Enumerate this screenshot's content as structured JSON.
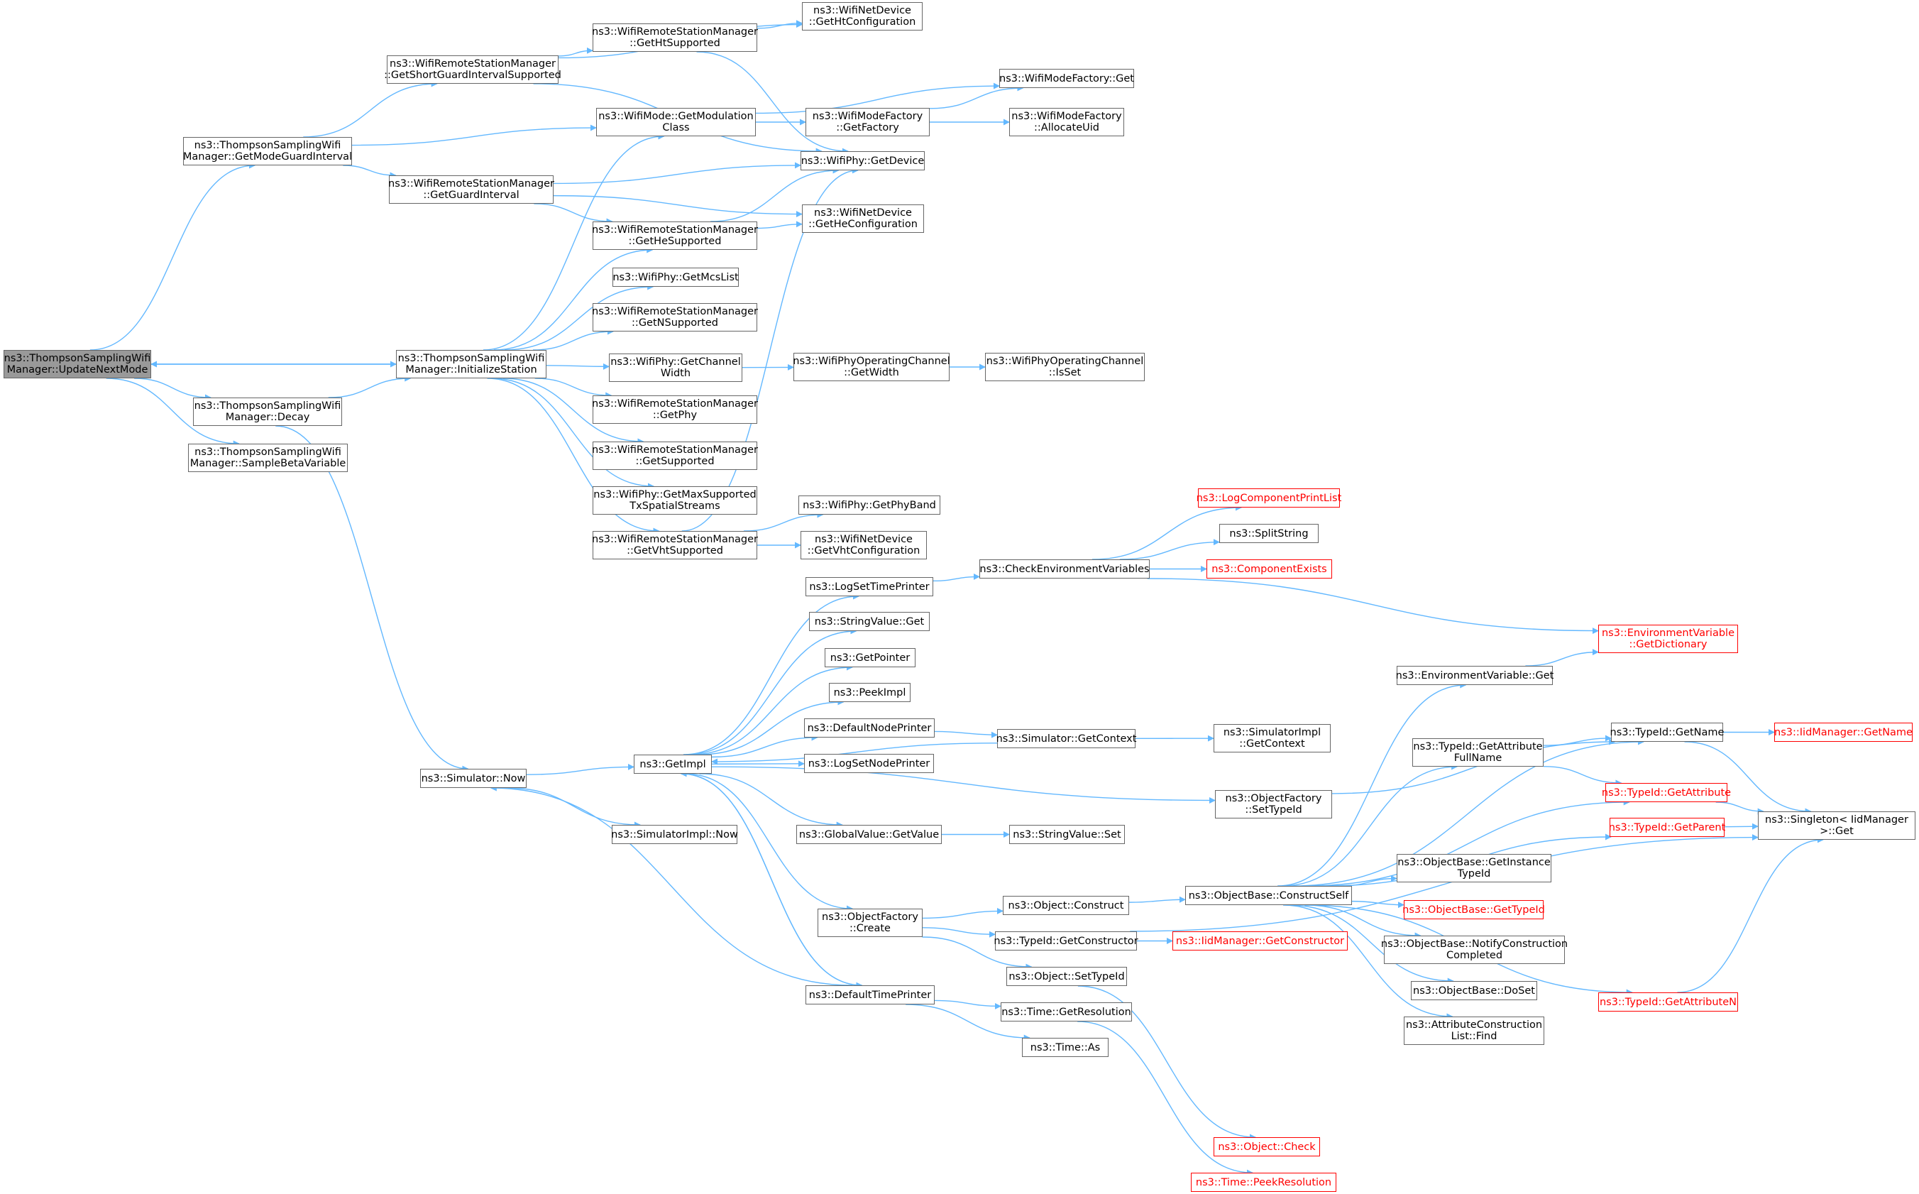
{
  "graph": {
    "nodes": [
      {
        "id": "updateNextMode",
        "lines": [
          "ns3::ThompsonSamplingWifi",
          "Manager::UpdateNextMode"
        ],
        "highlight": true
      },
      {
        "id": "getModeGuardInterval",
        "lines": [
          "ns3::ThompsonSamplingWifi",
          "Manager::GetModeGuardInterval"
        ]
      },
      {
        "id": "initializeStation",
        "lines": [
          "ns3::ThompsonSamplingWifi",
          "Manager::InitializeStation"
        ]
      },
      {
        "id": "decay",
        "lines": [
          "ns3::ThompsonSamplingWifi",
          "Manager::Decay"
        ]
      },
      {
        "id": "sampleBeta",
        "lines": [
          "ns3::ThompsonSamplingWifi",
          "Manager::SampleBetaVariable"
        ]
      },
      {
        "id": "getSGISupported",
        "lines": [
          "ns3::WifiRemoteStationManager",
          "::GetShortGuardIntervalSupported"
        ]
      },
      {
        "id": "getGuardInterval",
        "lines": [
          "ns3::WifiRemoteStationManager",
          "::GetGuardInterval"
        ]
      },
      {
        "id": "getHtSupported",
        "lines": [
          "ns3::WifiRemoteStationManager",
          "::GetHtSupported"
        ]
      },
      {
        "id": "getModulationClass",
        "lines": [
          "ns3::WifiMode::GetModulation",
          "Class"
        ]
      },
      {
        "id": "getHeSupported",
        "lines": [
          "ns3::WifiRemoteStationManager",
          "::GetHeSupported"
        ]
      },
      {
        "id": "getMcsList",
        "lines": [
          "ns3::WifiPhy::GetMcsList"
        ]
      },
      {
        "id": "getNSupported",
        "lines": [
          "ns3::WifiRemoteStationManager",
          "::GetNSupported"
        ]
      },
      {
        "id": "getChannelWidth",
        "lines": [
          "ns3::WifiPhy::GetChannel",
          "Width"
        ]
      },
      {
        "id": "getPhy",
        "lines": [
          "ns3::WifiRemoteStationManager",
          "::GetPhy"
        ]
      },
      {
        "id": "getSupported",
        "lines": [
          "ns3::WifiRemoteStationManager",
          "::GetSupported"
        ]
      },
      {
        "id": "getMaxSS",
        "lines": [
          "ns3::WifiPhy::GetMaxSupported",
          "TxSpatialStreams"
        ]
      },
      {
        "id": "getVhtSupported",
        "lines": [
          "ns3::WifiRemoteStationManager",
          "::GetVhtSupported"
        ]
      },
      {
        "id": "getHtConfiguration",
        "lines": [
          "ns3::WifiNetDevice",
          "::GetHtConfiguration"
        ]
      },
      {
        "id": "wifiPhyGetDevice",
        "lines": [
          "ns3::WifiPhy::GetDevice"
        ]
      },
      {
        "id": "getHeConfiguration",
        "lines": [
          "ns3::WifiNetDevice",
          "::GetHeConfiguration"
        ]
      },
      {
        "id": "wifiModeFactoryGetFactory",
        "lines": [
          "ns3::WifiModeFactory",
          "::GetFactory"
        ]
      },
      {
        "id": "wifiModeFactoryGet",
        "lines": [
          "ns3::WifiModeFactory::Get"
        ]
      },
      {
        "id": "allocateUid",
        "lines": [
          "ns3::WifiModeFactory",
          "::AllocateUid"
        ]
      },
      {
        "id": "opChannelGetWidth",
        "lines": [
          "ns3::WifiPhyOperatingChannel",
          "::GetWidth"
        ]
      },
      {
        "id": "opChannelIsSet",
        "lines": [
          "ns3::WifiPhyOperatingChannel",
          "::IsSet"
        ]
      },
      {
        "id": "getPhyBand",
        "lines": [
          "ns3::WifiPhy::GetPhyBand"
        ]
      },
      {
        "id": "getVhtConfiguration",
        "lines": [
          "ns3::WifiNetDevice",
          "::GetVhtConfiguration"
        ]
      },
      {
        "id": "simulatorNow",
        "lines": [
          "ns3::Simulator::Now"
        ]
      },
      {
        "id": "getImpl",
        "lines": [
          "ns3::GetImpl"
        ]
      },
      {
        "id": "simulatorImplNow",
        "lines": [
          "ns3::SimulatorImpl::Now"
        ]
      },
      {
        "id": "logSetTimePrinter",
        "lines": [
          "ns3::LogSetTimePrinter"
        ]
      },
      {
        "id": "stringValueGet",
        "lines": [
          "ns3::StringValue::Get"
        ]
      },
      {
        "id": "getPointer",
        "lines": [
          "ns3::GetPointer"
        ]
      },
      {
        "id": "peekImpl",
        "lines": [
          "ns3::PeekImpl"
        ]
      },
      {
        "id": "defaultNodePrinter",
        "lines": [
          "ns3::DefaultNodePrinter"
        ]
      },
      {
        "id": "logSetNodePrinter",
        "lines": [
          "ns3::LogSetNodePrinter"
        ]
      },
      {
        "id": "globalValueGetValue",
        "lines": [
          "ns3::GlobalValue::GetValue"
        ]
      },
      {
        "id": "objectFactoryCreate",
        "lines": [
          "ns3::ObjectFactory",
          "::Create"
        ]
      },
      {
        "id": "defaultTimePrinter",
        "lines": [
          "ns3::DefaultTimePrinter"
        ]
      },
      {
        "id": "checkEnvVars",
        "lines": [
          "ns3::CheckEnvironmentVariables"
        ]
      },
      {
        "id": "logComponentPrintList",
        "lines": [
          "ns3::LogComponentPrintList"
        ],
        "truncated": true
      },
      {
        "id": "splitString",
        "lines": [
          "ns3::SplitString"
        ]
      },
      {
        "id": "componentExists",
        "lines": [
          "ns3::ComponentExists"
        ],
        "truncated": true
      },
      {
        "id": "simulatorGetContext",
        "lines": [
          "ns3::Simulator::GetContext"
        ]
      },
      {
        "id": "simulatorImplGetContext",
        "lines": [
          "ns3::SimulatorImpl",
          "::GetContext"
        ]
      },
      {
        "id": "stringValueSet",
        "lines": [
          "ns3::StringValue::Set"
        ]
      },
      {
        "id": "objectConstruct",
        "lines": [
          "ns3::Object::Construct"
        ]
      },
      {
        "id": "typeIdGetConstructor",
        "lines": [
          "ns3::TypeId::GetConstructor"
        ]
      },
      {
        "id": "objectSetTypeId",
        "lines": [
          "ns3::Object::SetTypeId"
        ]
      },
      {
        "id": "timeGetResolution",
        "lines": [
          "ns3::Time::GetResolution"
        ]
      },
      {
        "id": "timeAs",
        "lines": [
          "ns3::Time::As"
        ]
      },
      {
        "id": "objectFactorySetTypeId",
        "lines": [
          "ns3::ObjectFactory",
          "::SetTypeId"
        ]
      },
      {
        "id": "envVarGetDictionary",
        "lines": [
          "ns3::EnvironmentVariable",
          "::GetDictionary"
        ],
        "truncated": true
      },
      {
        "id": "envVarGet",
        "lines": [
          "ns3::EnvironmentVariable::Get"
        ]
      },
      {
        "id": "objectBaseConstructSelf",
        "lines": [
          "ns3::ObjectBase::ConstructSelf"
        ]
      },
      {
        "id": "iidManagerGetConstructor",
        "lines": [
          "ns3::IidManager::GetConstructor"
        ],
        "truncated": true
      },
      {
        "id": "objectCheck",
        "lines": [
          "ns3::Object::Check"
        ],
        "truncated": true
      },
      {
        "id": "timePeekResolution",
        "lines": [
          "ns3::Time::PeekResolution"
        ],
        "truncated": true
      },
      {
        "id": "typeIdGetAttributeFullName",
        "lines": [
          "ns3::TypeId::GetAttribute",
          "FullName"
        ]
      },
      {
        "id": "typeIdGetName",
        "lines": [
          "ns3::TypeId::GetName"
        ]
      },
      {
        "id": "typeIdGetAttribute",
        "lines": [
          "ns3::TypeId::GetAttribute"
        ],
        "truncated": true
      },
      {
        "id": "typeIdGetParent",
        "lines": [
          "ns3::TypeId::GetParent"
        ],
        "truncated": true
      },
      {
        "id": "getInstanceTypeId",
        "lines": [
          "ns3::ObjectBase::GetInstance",
          "TypeId"
        ]
      },
      {
        "id": "objectBaseGetTypeId",
        "lines": [
          "ns3::ObjectBase::GetTypeId"
        ],
        "truncated": true
      },
      {
        "id": "notifyConstructionCompleted",
        "lines": [
          "ns3::ObjectBase::NotifyConstruction",
          "Completed"
        ]
      },
      {
        "id": "objectBaseDoSet",
        "lines": [
          "ns3::ObjectBase::DoSet"
        ]
      },
      {
        "id": "attrConstructionListFind",
        "lines": [
          "ns3::AttributeConstruction",
          "List::Find"
        ]
      },
      {
        "id": "typeIdGetAttributeN",
        "lines": [
          "ns3::TypeId::GetAttributeN"
        ],
        "truncated": true
      },
      {
        "id": "iidManagerGetName",
        "lines": [
          "ns3::IidManager::GetName"
        ],
        "truncated": true
      },
      {
        "id": "singletonGet",
        "lines": [
          "ns3::Singleton< IidManager",
          " >::Get"
        ]
      }
    ],
    "edges": [
      [
        "updateNextMode",
        "getModeGuardInterval"
      ],
      [
        "updateNextMode",
        "initializeStation"
      ],
      [
        "updateNextMode",
        "decay"
      ],
      [
        "updateNextMode",
        "sampleBeta"
      ],
      [
        "initializeStation",
        "updateNextMode"
      ],
      [
        "decay",
        "initializeStation"
      ],
      [
        "decay",
        "simulatorNow"
      ],
      [
        "getModeGuardInterval",
        "getSGISupported"
      ],
      [
        "getModeGuardInterval",
        "getModulationClass"
      ],
      [
        "getModeGuardInterval",
        "getGuardInterval"
      ],
      [
        "getSGISupported",
        "getHtConfiguration"
      ],
      [
        "getSGISupported",
        "getHtSupported"
      ],
      [
        "getSGISupported",
        "wifiPhyGetDevice"
      ],
      [
        "getHtSupported",
        "getHtConfiguration"
      ],
      [
        "getHtSupported",
        "wifiPhyGetDevice"
      ],
      [
        "getGuardInterval",
        "wifiPhyGetDevice"
      ],
      [
        "getGuardInterval",
        "getHeConfiguration"
      ],
      [
        "getGuardInterval",
        "getHeSupported"
      ],
      [
        "getHeSupported",
        "wifiPhyGetDevice"
      ],
      [
        "getHeSupported",
        "getHeConfiguration"
      ],
      [
        "getModulationClass",
        "wifiModeFactoryGet"
      ],
      [
        "getModulationClass",
        "wifiModeFactoryGetFactory"
      ],
      [
        "wifiModeFactoryGetFactory",
        "wifiModeFactoryGet"
      ],
      [
        "wifiModeFactoryGetFactory",
        "allocateUid"
      ],
      [
        "initializeStation",
        "getModulationClass"
      ],
      [
        "initializeStation",
        "getHeSupported"
      ],
      [
        "initializeStation",
        "getMcsList"
      ],
      [
        "initializeStation",
        "getNSupported"
      ],
      [
        "initializeStation",
        "getChannelWidth"
      ],
      [
        "initializeStation",
        "getPhy"
      ],
      [
        "initializeStation",
        "getSupported"
      ],
      [
        "initializeStation",
        "getMaxSS"
      ],
      [
        "initializeStation",
        "getVhtSupported"
      ],
      [
        "getChannelWidth",
        "opChannelGetWidth"
      ],
      [
        "opChannelGetWidth",
        "opChannelIsSet"
      ],
      [
        "getVhtSupported",
        "wifiPhyGetDevice"
      ],
      [
        "getVhtSupported",
        "getPhyBand"
      ],
      [
        "getVhtSupported",
        "getVhtConfiguration"
      ],
      [
        "simulatorNow",
        "getImpl"
      ],
      [
        "simulatorNow",
        "simulatorImplNow"
      ],
      [
        "getImpl",
        "logSetTimePrinter"
      ],
      [
        "getImpl",
        "stringValueGet"
      ],
      [
        "getImpl",
        "getPointer"
      ],
      [
        "getImpl",
        "peekImpl"
      ],
      [
        "getImpl",
        "defaultNodePrinter"
      ],
      [
        "getImpl",
        "logSetNodePrinter"
      ],
      [
        "getImpl",
        "globalValueGetValue"
      ],
      [
        "getImpl",
        "objectFactoryCreate"
      ],
      [
        "getImpl",
        "defaultTimePrinter"
      ],
      [
        "getImpl",
        "objectFactorySetTypeId"
      ],
      [
        "simulatorGetContext",
        "getImpl"
      ],
      [
        "defaultTimePrinter",
        "getImpl"
      ],
      [
        "defaultTimePrinter",
        "simulatorNow"
      ],
      [
        "logSetTimePrinter",
        "checkEnvVars"
      ],
      [
        "checkEnvVars",
        "logComponentPrintList"
      ],
      [
        "checkEnvVars",
        "splitString"
      ],
      [
        "checkEnvVars",
        "componentExists"
      ],
      [
        "checkEnvVars",
        "envVarGetDictionary"
      ],
      [
        "defaultNodePrinter",
        "simulatorGetContext"
      ],
      [
        "simulatorGetContext",
        "simulatorImplGetContext"
      ],
      [
        "globalValueGetValue",
        "stringValueSet"
      ],
      [
        "objectFactoryCreate",
        "objectConstruct"
      ],
      [
        "objectFactoryCreate",
        "typeIdGetConstructor"
      ],
      [
        "objectFactoryCreate",
        "objectSetTypeId"
      ],
      [
        "objectConstruct",
        "objectBaseConstructSelf"
      ],
      [
        "typeIdGetConstructor",
        "iidManagerGetConstructor"
      ],
      [
        "typeIdGetConstructor",
        "singletonGet"
      ],
      [
        "objectSetTypeId",
        "objectCheck"
      ],
      [
        "defaultTimePrinter",
        "timeGetResolution"
      ],
      [
        "defaultTimePrinter",
        "timeAs"
      ],
      [
        "timeGetResolution",
        "timePeekResolution"
      ],
      [
        "objectFactorySetTypeId",
        "typeIdGetName"
      ],
      [
        "envVarGet",
        "envVarGetDictionary"
      ],
      [
        "objectBaseConstructSelf",
        "envVarGet"
      ],
      [
        "objectBaseConstructSelf",
        "typeIdGetName"
      ],
      [
        "objectBaseConstructSelf",
        "typeIdGetAttributeFullName"
      ],
      [
        "objectBaseConstructSelf",
        "typeIdGetAttribute"
      ],
      [
        "objectBaseConstructSelf",
        "typeIdGetParent"
      ],
      [
        "objectBaseConstructSelf",
        "getInstanceTypeId"
      ],
      [
        "objectBaseConstructSelf",
        "objectBaseGetTypeId"
      ],
      [
        "objectBaseConstructSelf",
        "notifyConstructionCompleted"
      ],
      [
        "objectBaseConstructSelf",
        "objectBaseDoSet"
      ],
      [
        "objectBaseConstructSelf",
        "attrConstructionListFind"
      ],
      [
        "objectBaseConstructSelf",
        "typeIdGetAttributeN"
      ],
      [
        "typeIdGetAttributeFullName",
        "typeIdGetName"
      ],
      [
        "typeIdGetAttributeFullName",
        "typeIdGetAttribute"
      ],
      [
        "typeIdGetName",
        "iidManagerGetName"
      ],
      [
        "typeIdGetName",
        "singletonGet"
      ],
      [
        "typeIdGetAttribute",
        "singletonGet"
      ],
      [
        "typeIdGetParent",
        "singletonGet"
      ],
      [
        "typeIdGetAttributeN",
        "singletonGet"
      ]
    ]
  },
  "colors": {
    "edge": "#63b8ff",
    "node_border": "#666666",
    "node_highlight_fill": "#999999",
    "truncated": "#ff0000"
  }
}
